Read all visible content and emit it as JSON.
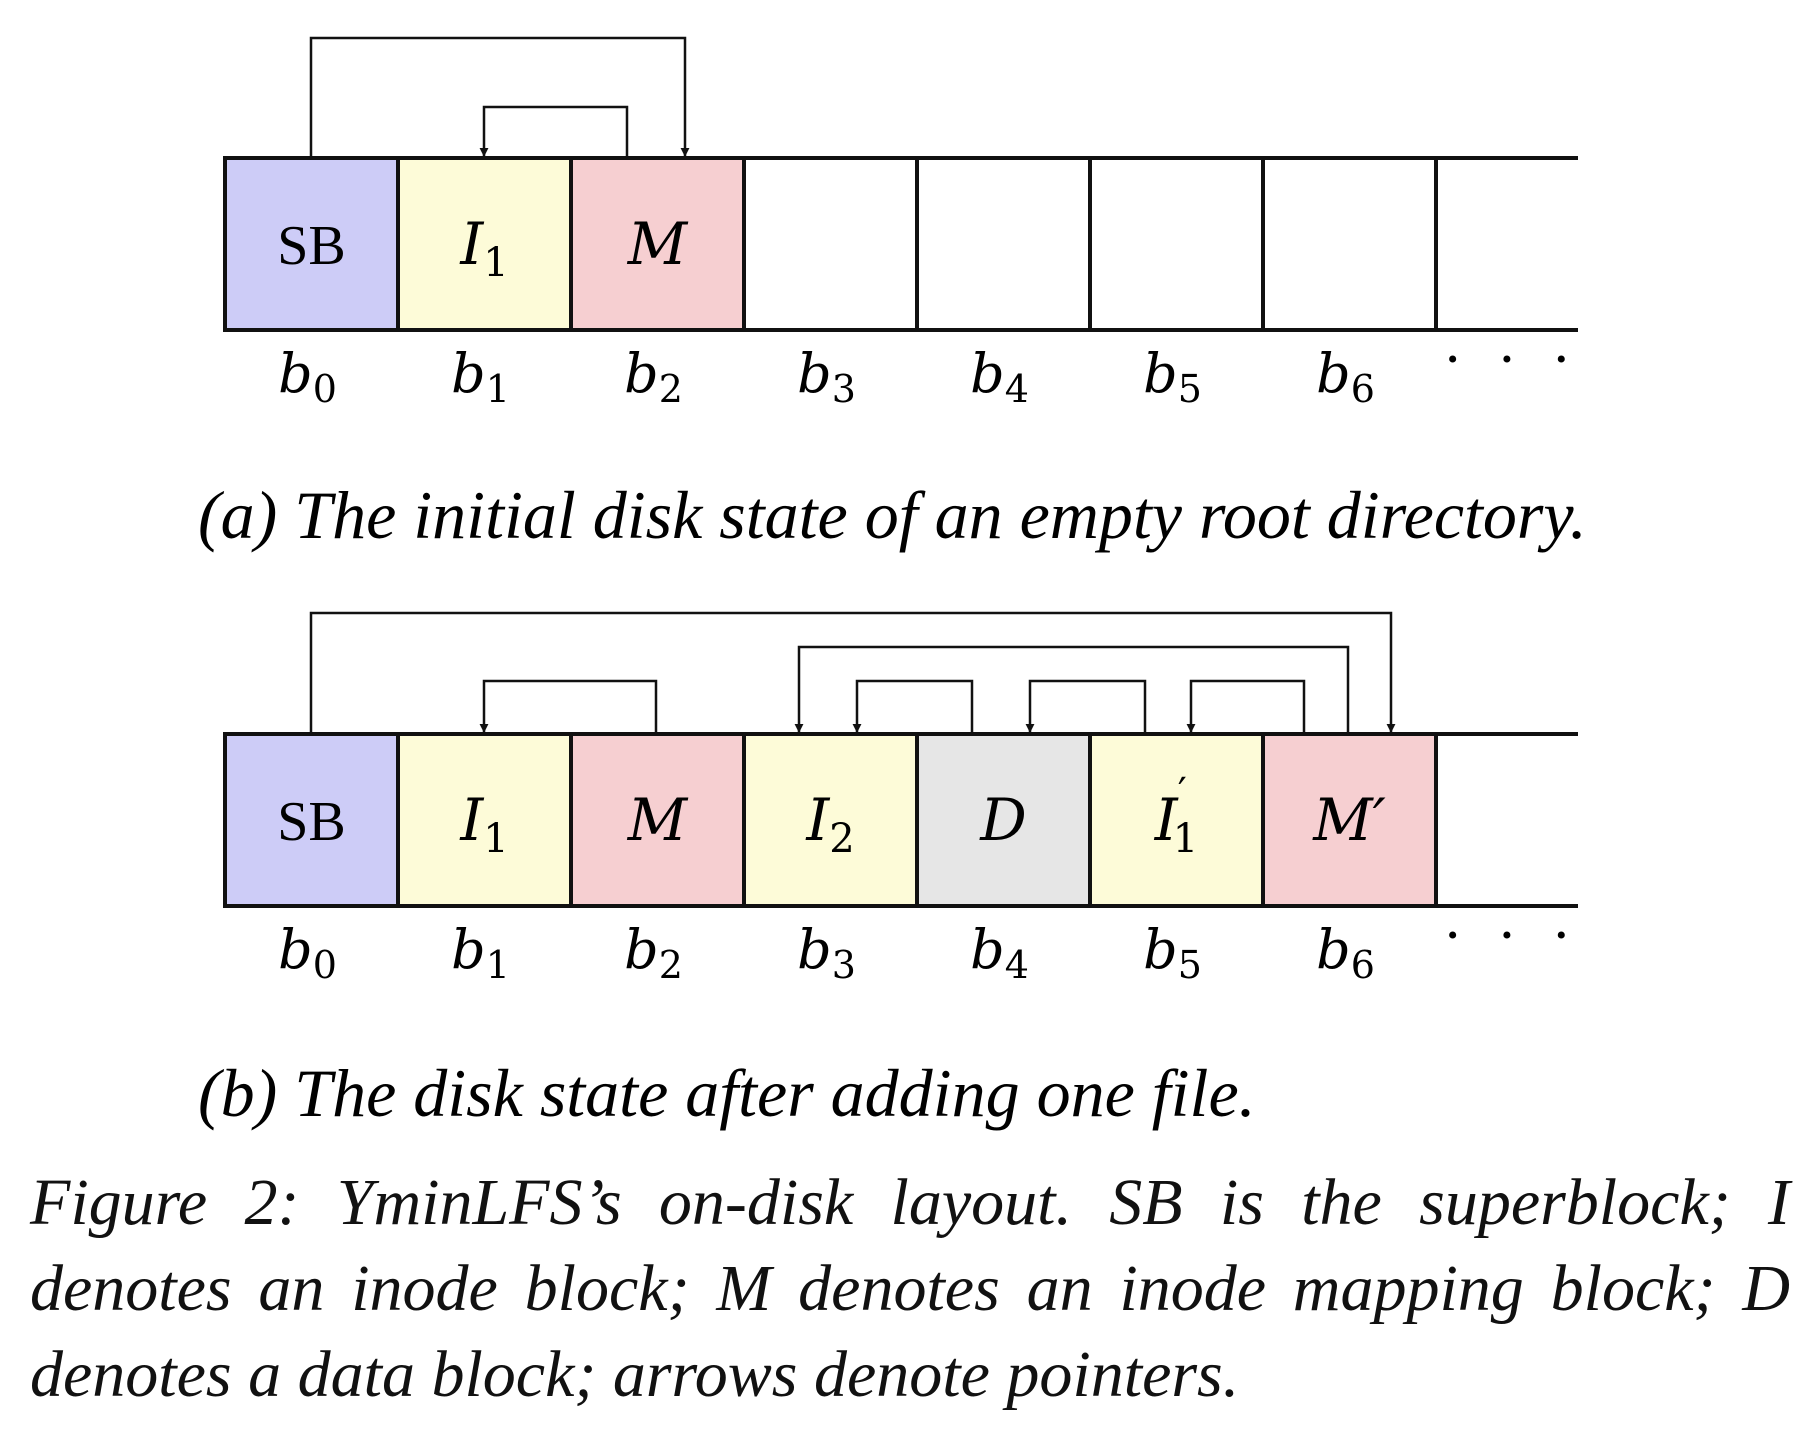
{
  "panel_a": {
    "blocks": [
      {
        "label": "SB",
        "sub": "",
        "prime": "",
        "color": "#cdccf7"
      },
      {
        "label": "I",
        "sub": "1",
        "prime": "",
        "color": "#fdfbd8"
      },
      {
        "label": "M",
        "sub": "",
        "prime": "",
        "color": "#f6cfd1"
      },
      {
        "label": "",
        "sub": "",
        "prime": "",
        "color": "#ffffff"
      },
      {
        "label": "",
        "sub": "",
        "prime": "",
        "color": "#ffffff"
      },
      {
        "label": "",
        "sub": "",
        "prime": "",
        "color": "#ffffff"
      },
      {
        "label": "",
        "sub": "",
        "prime": "",
        "color": "#ffffff"
      },
      {
        "label": "",
        "sub": "",
        "prime": "",
        "color": "#ffffff"
      }
    ],
    "pointers": [
      {
        "from": 0,
        "to": 2
      },
      {
        "from": 2,
        "to": 1
      }
    ],
    "caption": "(a) The initial disk state of an empty root directory."
  },
  "panel_b": {
    "blocks": [
      {
        "label": "SB",
        "sub": "",
        "prime": "",
        "color": "#cdccf7"
      },
      {
        "label": "I",
        "sub": "1",
        "prime": "",
        "color": "#fdfbd8"
      },
      {
        "label": "M",
        "sub": "",
        "prime": "",
        "color": "#f6cfd1"
      },
      {
        "label": "I",
        "sub": "2",
        "prime": "",
        "color": "#fdfbd8"
      },
      {
        "label": "D",
        "sub": "",
        "prime": "",
        "color": "#e6e6e6"
      },
      {
        "label": "I",
        "sub": "1",
        "prime": "′",
        "color": "#fdfbd8"
      },
      {
        "label": "M",
        "sub": "",
        "prime": "′",
        "color": "#f6cfd1"
      },
      {
        "label": "",
        "sub": "",
        "prime": "",
        "color": "#ffffff"
      }
    ],
    "pointers": [
      {
        "from": 0,
        "to": 6
      },
      {
        "from": 6,
        "to": 3
      },
      {
        "from": 4,
        "to": 3
      },
      {
        "from": 5,
        "to": 4
      },
      {
        "from": 6,
        "to": 5
      },
      {
        "from": 2,
        "to": 1
      }
    ],
    "caption": "(b) The disk state after adding one file."
  },
  "block_index": {
    "letter": "b",
    "subs": [
      "0",
      "1",
      "2",
      "3",
      "4",
      "5",
      "6"
    ],
    "ellipsis": "· · ·"
  },
  "figure_caption": "Figure 2: YminLFS’s on-disk layout. SB is the superblock; I denotes an inode block; M denotes an inode mapping block; D denotes a data block; arrows denote pointers."
}
